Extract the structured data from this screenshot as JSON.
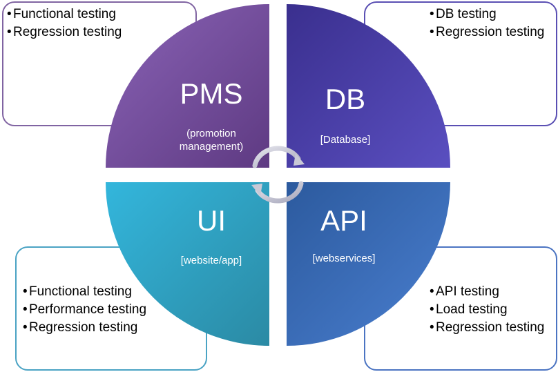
{
  "quadrants": {
    "pms": {
      "title": "PMS",
      "subtitle_line1": "(promotion",
      "subtitle_line2": "management)",
      "color_start": "#8a63b6",
      "color_end": "#5e3a82"
    },
    "db": {
      "title": "DB",
      "subtitle": "[Database]",
      "color_start": "#3a2f8e",
      "color_end": "#5a4fc0"
    },
    "ui": {
      "title": "UI",
      "subtitle": "[website/app]",
      "color_start": "#33b6dc",
      "color_end": "#2b8aa4"
    },
    "api": {
      "title": "API",
      "subtitle": "[webservices]",
      "color_start": "#2c5a9e",
      "color_end": "#4a7fd0"
    }
  },
  "boxes": {
    "top_left": {
      "items": [
        "Functional testing",
        "Regression testing"
      ]
    },
    "top_right": {
      "items": [
        "DB testing",
        "Regression testing"
      ]
    },
    "bottom_left": {
      "items": [
        "Functional testing",
        "Performance testing",
        "Regression testing"
      ]
    },
    "bottom_right": {
      "items": [
        "API testing",
        "Load testing",
        "Regression testing"
      ]
    }
  },
  "center_icon": "cycle-arrows-icon"
}
